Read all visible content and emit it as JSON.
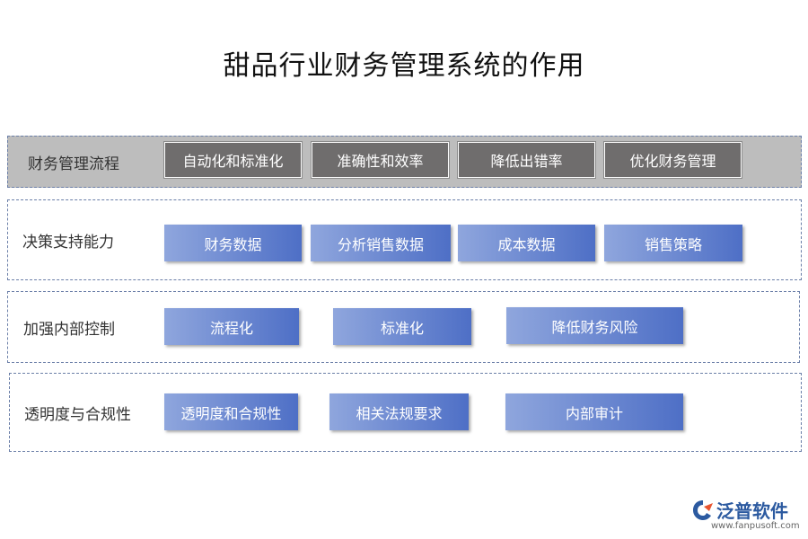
{
  "title": "甜品行业财务管理系统的作用",
  "rows": [
    {
      "label": "财务管理流程",
      "items": [
        "自动化和标准化",
        "准确性和效率",
        "降低出错率",
        "优化财务管理"
      ]
    },
    {
      "label": "决策支持能力",
      "items": [
        "财务数据",
        "分析销售数据",
        "成本数据",
        "销售策略"
      ]
    },
    {
      "label": "加强内部控制",
      "items": [
        "流程化",
        "标准化",
        "降低财务风险"
      ]
    },
    {
      "label": "透明度与合规性",
      "items": [
        "透明度和合规性",
        "相关法规要求",
        "内部审计"
      ]
    }
  ],
  "logo": {
    "name": "泛普软件",
    "url": "www.fanpusoft.com",
    "icon": "fanpu-logo-icon"
  },
  "colors": {
    "row1_bg": "#bdbdbd",
    "dark_box": "#6f6d6d",
    "blue_start": "#8fa6dd",
    "blue_end": "#4e6fc6",
    "border": "#6b7fa8"
  }
}
